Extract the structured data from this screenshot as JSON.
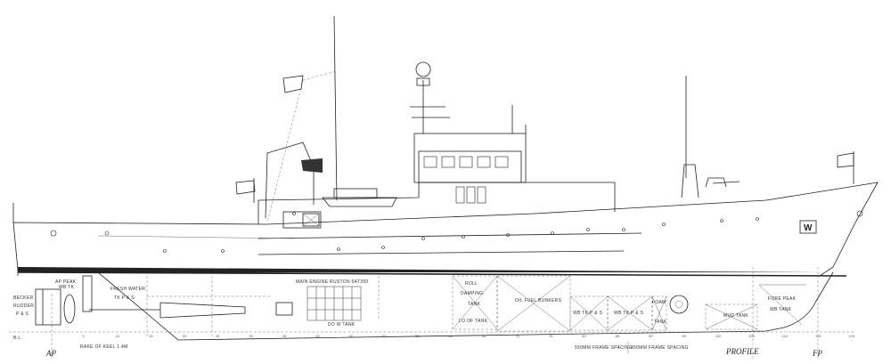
{
  "title": "PROFILE",
  "markers": {
    "aft": "AP",
    "fore": "FP",
    "baseline": "B.L."
  },
  "keel_note": "RAKE OF KEEL 1.4M",
  "frame_spacing": {
    "aft": "550MM FRAME SPACING",
    "fore": "450MM FRAME SPACING"
  },
  "frame_numbers": [
    "5",
    "10",
    "15",
    "20",
    "25",
    "30",
    "35",
    "40",
    "45",
    "50",
    "55",
    "60",
    "65",
    "70",
    "75",
    "80",
    "85",
    "90",
    "95",
    "100",
    "105",
    "110",
    "115",
    "120"
  ],
  "compartments": {
    "rudder": [
      "BECKER",
      "RUDDER",
      "P & S"
    ],
    "ap_peak": [
      "AP PEAK",
      "WB TK"
    ],
    "fresh_water": [
      "FRESH WATER",
      "TK P & S"
    ],
    "main_engine": "MAIN ENGINE RUSTON 6AT350",
    "do_tank": "DO W TANK",
    "roll_damping": [
      "ROLL",
      "DAMPING",
      "TANK"
    ],
    "lo_tank": "LO OF TANK",
    "oil_fuel": "OIL FUEL BUNKERS",
    "wb_tank_1": "WB TK P & S",
    "wb_tank_2": "WB TK P & S",
    "foam_tank": [
      "FOAM",
      "TANK"
    ],
    "mud_tank": "MUD TANK",
    "fore_peak": [
      "FORE PEAK",
      "WB TANK"
    ]
  },
  "hull_mark": "W",
  "colors": {
    "line": "#222222",
    "hatch": "#8a8a8a",
    "background": "#ffffff"
  }
}
